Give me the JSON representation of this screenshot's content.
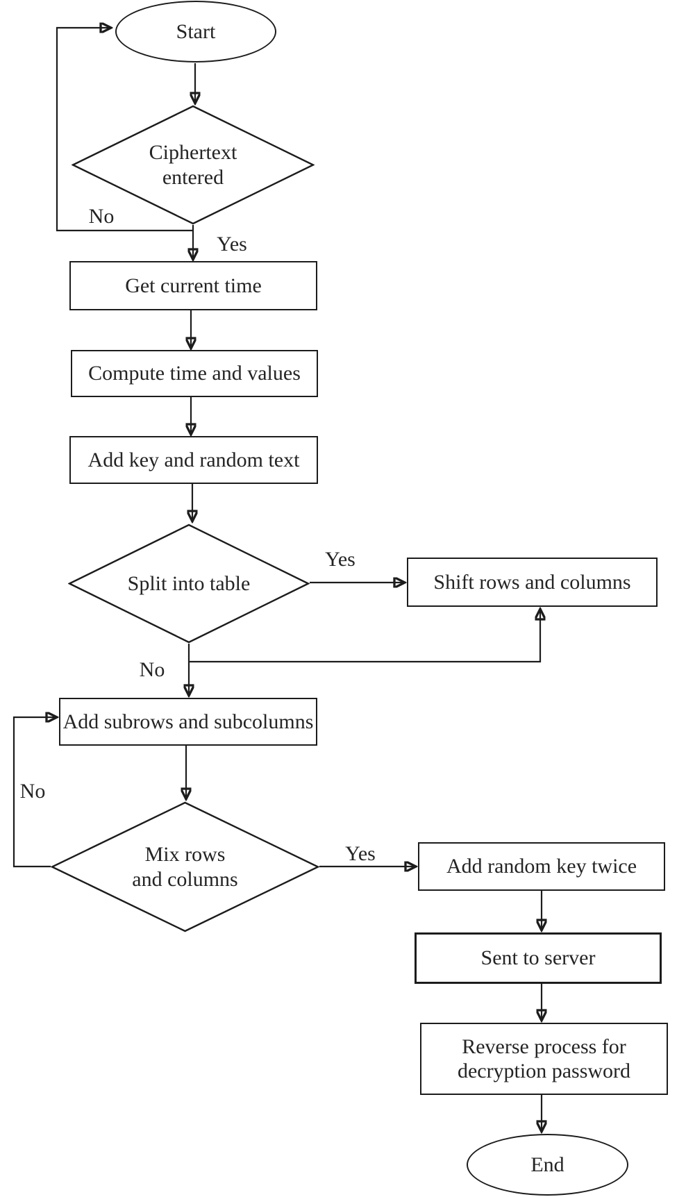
{
  "flowchart": {
    "colors": {
      "stroke": "#1c1c1c",
      "text": "#242424",
      "background": "#ffffff",
      "node_fill": "#ffffff"
    },
    "nodes": {
      "start": {
        "shape": "ellipse",
        "label": "Start"
      },
      "ciphertext_entered": {
        "shape": "diamond",
        "line1": "Ciphertext",
        "line2": "entered"
      },
      "get_current_time": {
        "shape": "process",
        "label": "Get current time"
      },
      "compute_time_values": {
        "shape": "process",
        "label": "Compute time and values"
      },
      "add_key_random_text": {
        "shape": "process",
        "label": "Add key and random text"
      },
      "split_into_table": {
        "shape": "diamond",
        "label": "Split into table"
      },
      "shift_rows_columns": {
        "shape": "process",
        "label": "Shift rows and columns"
      },
      "add_subrows_subcolumns": {
        "shape": "process",
        "label": "Add subrows and subcolumns"
      },
      "mix_rows_columns": {
        "shape": "diamond",
        "line1": "Mix rows",
        "line2": "and columns"
      },
      "add_random_key_twice": {
        "shape": "process",
        "label": "Add random key twice"
      },
      "sent_to_server": {
        "shape": "process",
        "label": "Sent to server"
      },
      "reverse_process": {
        "shape": "process",
        "line1": "Reverse process for",
        "line2": "decryption password"
      },
      "end": {
        "shape": "ellipse",
        "label": "End"
      }
    },
    "edge_labels": {
      "ciphertext_no": "No",
      "ciphertext_yes": "Yes",
      "split_yes": "Yes",
      "split_no": "No",
      "mix_no": "No",
      "mix_yes": "Yes"
    },
    "edges": [
      {
        "from": "start",
        "to": "ciphertext_entered"
      },
      {
        "from": "ciphertext_entered",
        "to": "start",
        "label": "No"
      },
      {
        "from": "ciphertext_entered",
        "to": "get_current_time",
        "label": "Yes"
      },
      {
        "from": "get_current_time",
        "to": "compute_time_values"
      },
      {
        "from": "compute_time_values",
        "to": "add_key_random_text"
      },
      {
        "from": "add_key_random_text",
        "to": "split_into_table"
      },
      {
        "from": "split_into_table",
        "to": "shift_rows_columns",
        "label": "Yes"
      },
      {
        "from": "split_into_table",
        "to": "add_subrows_subcolumns",
        "label": "No"
      },
      {
        "from": "split_into_table",
        "to": "shift_rows_columns"
      },
      {
        "from": "add_subrows_subcolumns",
        "to": "mix_rows_columns"
      },
      {
        "from": "mix_rows_columns",
        "to": "add_subrows_subcolumns",
        "label": "No"
      },
      {
        "from": "mix_rows_columns",
        "to": "add_random_key_twice",
        "label": "Yes"
      },
      {
        "from": "add_random_key_twice",
        "to": "sent_to_server"
      },
      {
        "from": "sent_to_server",
        "to": "reverse_process"
      },
      {
        "from": "reverse_process",
        "to": "end"
      }
    ]
  }
}
